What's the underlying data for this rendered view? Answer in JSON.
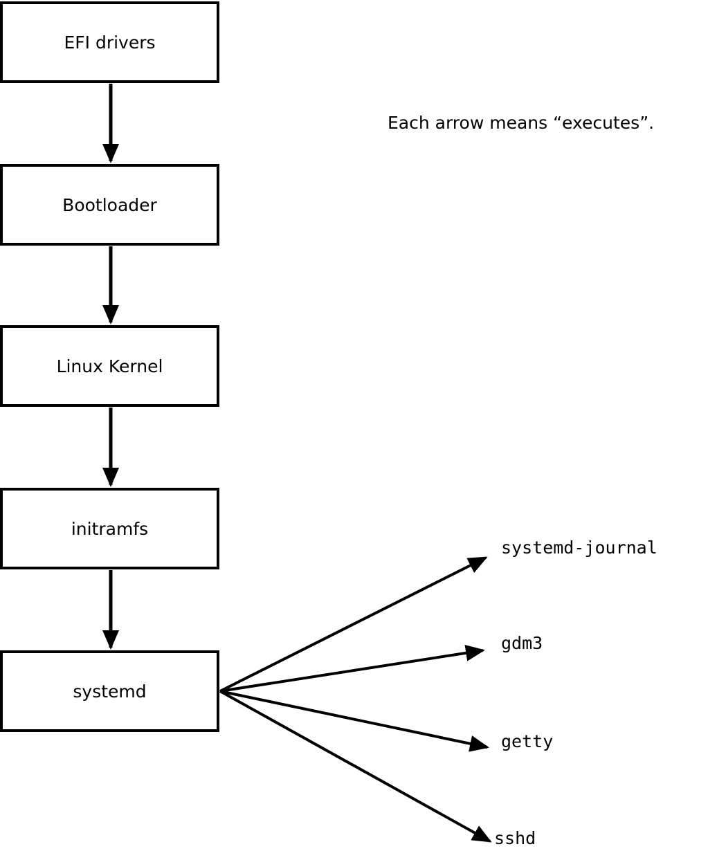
{
  "diagram": {
    "note": "Each arrow means “executes”.",
    "arrow_meaning": "executes",
    "boxes": [
      {
        "label": "EFI drivers"
      },
      {
        "label": "Bootloader"
      },
      {
        "label": "Linux Kernel"
      },
      {
        "label": "initramfs"
      },
      {
        "label": "systemd"
      }
    ],
    "targets": [
      {
        "label": "systemd-journal"
      },
      {
        "label": "gdm3"
      },
      {
        "label": "getty"
      },
      {
        "label": "sshd"
      }
    ],
    "colors": {
      "stroke": "#000000",
      "background": "#ffffff",
      "text": "#000000"
    }
  }
}
